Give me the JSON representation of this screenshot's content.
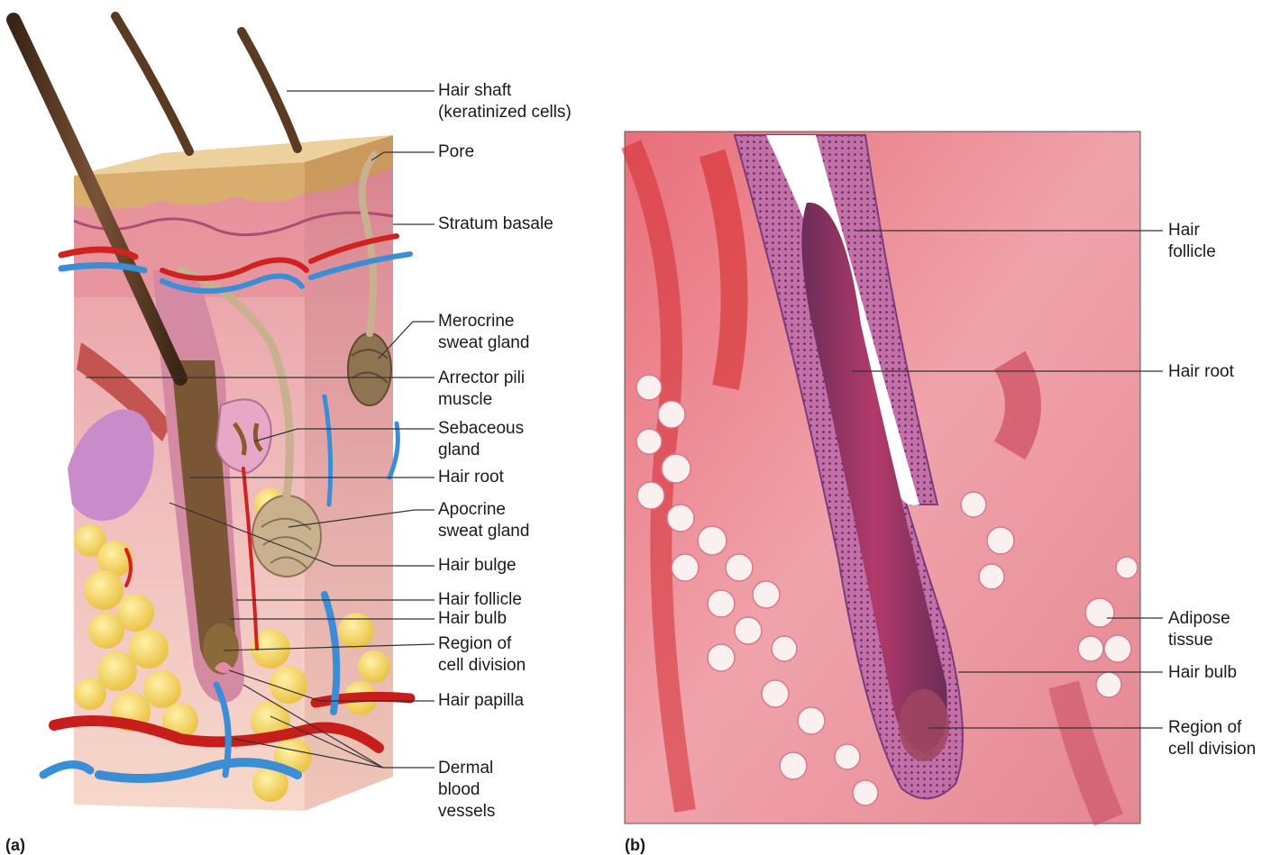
{
  "panel_a": {
    "letter": "(a)",
    "labels": {
      "hair_shaft": [
        "Hair shaft",
        "(keratinized cells)"
      ],
      "pore": [
        "Pore"
      ],
      "stratum_basale": [
        "Stratum basale"
      ],
      "merocrine": [
        "Merocrine",
        "sweat gland"
      ],
      "arrector": [
        "Arrector pili",
        "muscle"
      ],
      "sebaceous": [
        "Sebaceous",
        "gland"
      ],
      "hair_root": [
        "Hair root"
      ],
      "apocrine": [
        "Apocrine",
        "sweat gland"
      ],
      "hair_bulge": [
        "Hair bulge"
      ],
      "hair_follicle": [
        "Hair follicle"
      ],
      "hair_bulb": [
        "Hair bulb"
      ],
      "cell_division": [
        "Region of",
        "cell division"
      ],
      "hair_papilla": [
        "Hair papilla"
      ],
      "dermal_vessels": [
        "Dermal",
        "blood",
        "vessels"
      ]
    }
  },
  "panel_b": {
    "letter": "(b)",
    "labels": {
      "hair_follicle": [
        "Hair",
        "follicle"
      ],
      "hair_root": [
        "Hair root"
      ],
      "adipose": [
        "Adipose",
        "tissue"
      ],
      "hair_bulb": [
        "Hair bulb"
      ],
      "cell_division": [
        "Region of",
        "cell division"
      ]
    }
  },
  "colors": {
    "epidermis": "#e3c08a",
    "dermis": "#e9a2a8",
    "hypodermis": "#f4d3c4",
    "fat": "#f6d96a",
    "artery": "#d0231f",
    "vein": "#3b8ed6",
    "hair": "#5a3a22",
    "gland": "#c9b190",
    "leader": "#333333"
  }
}
